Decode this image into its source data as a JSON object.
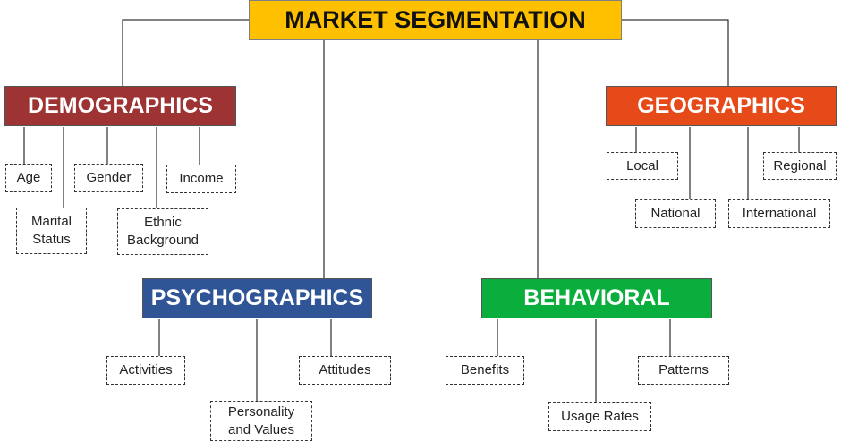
{
  "root": {
    "label": "MARKET SEGMENTATION",
    "color": "#FFC000"
  },
  "categories": [
    {
      "label": "DEMOGRAPHICS",
      "color": "#9E3334",
      "items": [
        "Age",
        "Marital\nStatus",
        "Gender",
        "Ethnic\nBackground",
        "Income"
      ]
    },
    {
      "label": "GEOGRAPHICS",
      "color": "#E64A19",
      "items": [
        "Local",
        "National",
        "International",
        "Regional"
      ]
    },
    {
      "label": "PSYCHOGRAPHICS",
      "color": "#2F5597",
      "items": [
        "Activities",
        "Personality\nand Values",
        "Attitudes"
      ]
    },
    {
      "label": "BEHAVIORAL",
      "color": "#0AAE3D",
      "items": [
        "Benefits",
        "Usage Rates",
        "Patterns"
      ]
    }
  ]
}
